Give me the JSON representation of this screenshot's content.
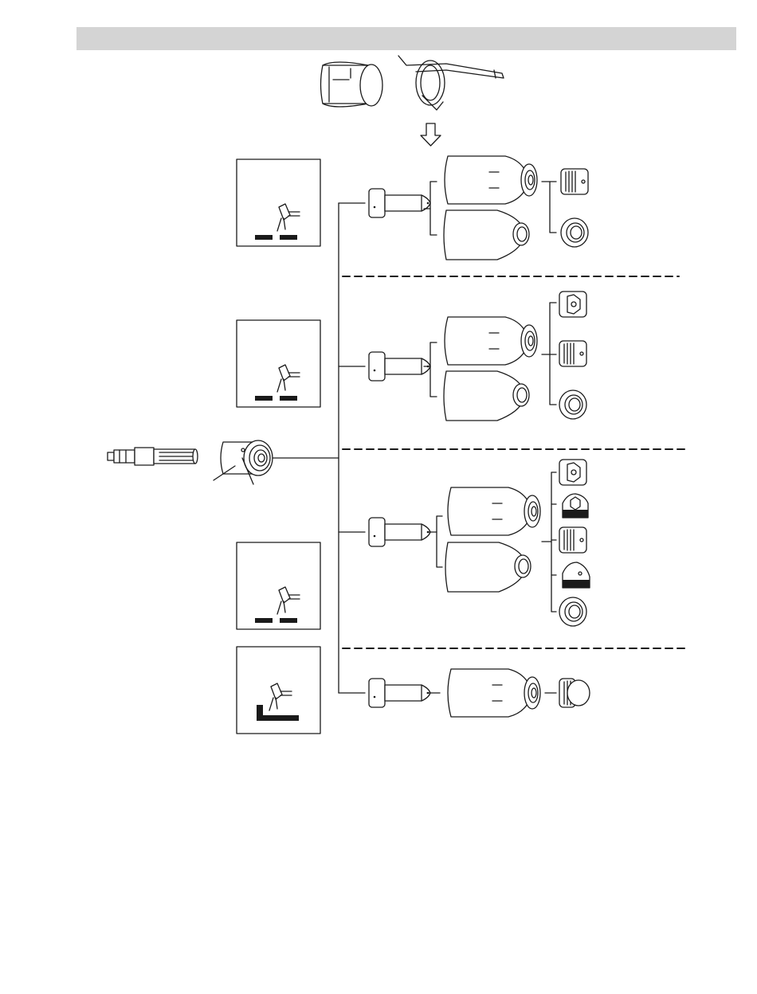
{
  "header": {
    "text": ""
  },
  "colors": {
    "ink": "#1a1a1a",
    "header": "#d4d4d4",
    "paper": "#ffffff"
  },
  "icons": {
    "process_box_1": "gouging-torch-icon",
    "process_box_2": "gouging-torch-icon",
    "process_box_3": "gouging-torch-icon",
    "process_box_4": "edge-cutting-torch-icon"
  },
  "groups": [
    {
      "name": "group-1",
      "shields": 2,
      "nozzles": 2
    },
    {
      "name": "group-2",
      "shields": 2,
      "nozzles": 3
    },
    {
      "name": "group-3",
      "shields": 2,
      "nozzles": 5
    },
    {
      "name": "group-4",
      "shields": 1,
      "nozzles": 1
    }
  ]
}
